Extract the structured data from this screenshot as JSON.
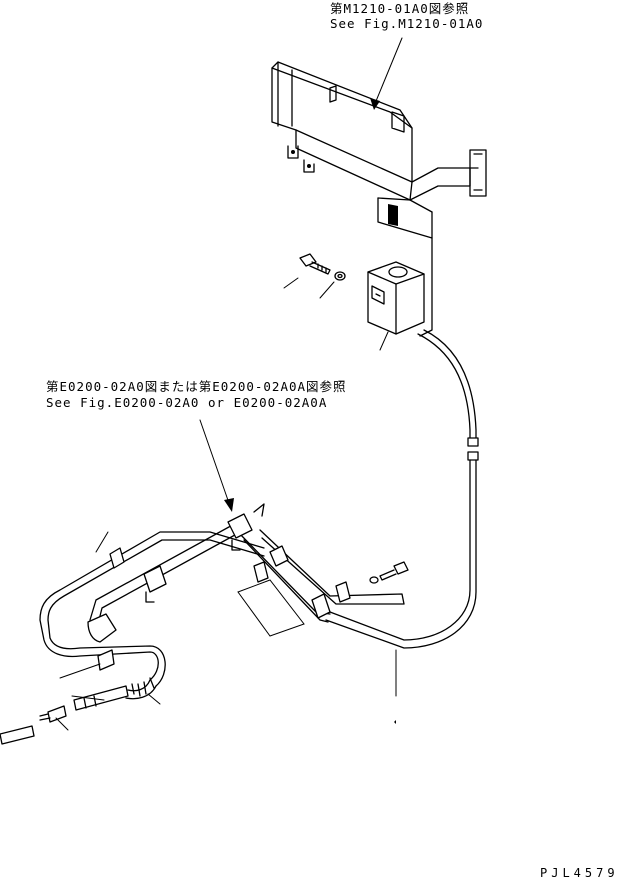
{
  "references": {
    "top": {
      "line1": "第M1210-01A0図参照",
      "line2": "See Fig.M1210-01A0"
    },
    "middle": {
      "line1": "第E0200-02A0図または第E0200-02A0A図参照",
      "line2": "See Fig.E0200-02A0 or E0200-02A0A"
    }
  },
  "drawing_code": "PJL4579"
}
